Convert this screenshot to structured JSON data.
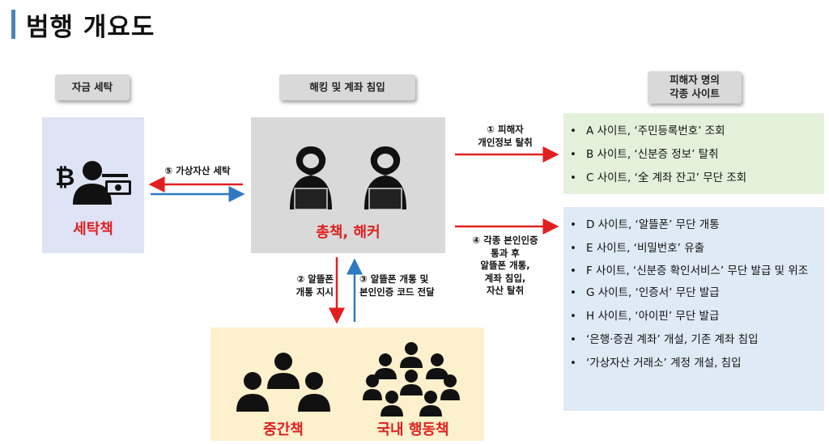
{
  "page": {
    "title": "범행 개요도"
  },
  "headers": {
    "launder": "자금 세탁",
    "hacking": "해킹 및 계좌 침입",
    "victim_sites": [
      "피해자 명의",
      "각종 사이트"
    ]
  },
  "actors": {
    "launderer": "세탁책",
    "hacker": "총책, 해커",
    "middleman": "중간책",
    "domestic": "국내 행동책"
  },
  "arrows": {
    "step1": [
      "① 피해자",
      "개인정보 탈취"
    ],
    "step2": [
      "② 알뜰폰",
      "개통 지시"
    ],
    "step3": [
      "③ 알뜰폰 개통 및",
      "본인인증 코드 전달"
    ],
    "step4": [
      "④ 각종 본인인증",
      "통과 후",
      "알뜰폰 개통,",
      "계좌 침입,",
      "자산 탈취"
    ],
    "step5": "⑤ 가상자산 세탁"
  },
  "green_items": [
    "A 사이트, ‘주민등록번호’ 조회",
    "B 사이트, ‘신분증 정보’ 탈취",
    "C 사이트, ‘全 계좌 잔고’ 무단 조회"
  ],
  "blue_items": [
    "D 사이트, ‘알뜰폰’ 무단 개통",
    "E 사이트, ‘비밀번호’ 유출",
    "F 사이트, ‘신분증 확인서비스’ 무단 발급 및 위조",
    "G 사이트, ‘인증서’ 무단 발급",
    "H 사이트, ‘아이핀’ 무단 발급",
    "‘은행·증권 계좌’ 개설, 기존 계좌 침입",
    "‘가상자산 거래소’ 계정 개설, 침입"
  ],
  "colors": {
    "red": "#e02020",
    "blue": "#2f78c4",
    "title_bar": "#4a84b8"
  },
  "icons": [
    "bitcoin-icon",
    "person-icon",
    "cash-icon",
    "hacker-icon",
    "person-group-icon"
  ]
}
